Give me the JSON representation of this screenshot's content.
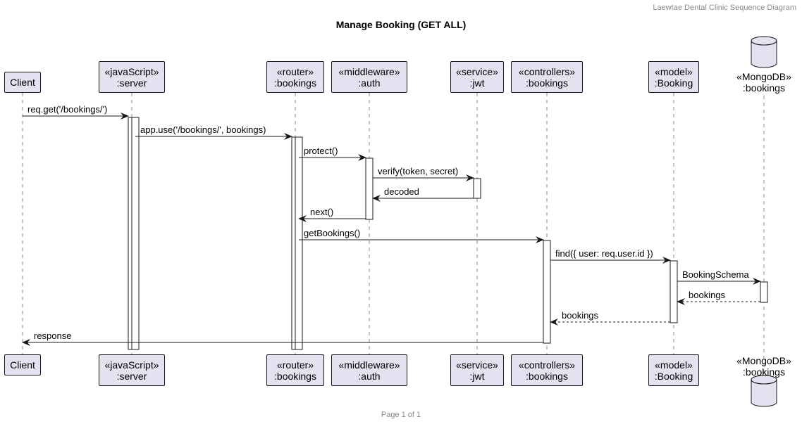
{
  "header": {
    "right_text": "Laewtae Dental Clinic Sequence Diagram"
  },
  "title": "Manage Booking (GET ALL)",
  "footer": "Page 1 of 1",
  "participants": [
    {
      "id": "client",
      "type": "participant",
      "stereotype": "",
      "name": "Client"
    },
    {
      "id": "server",
      "type": "participant",
      "stereotype": "«javaScript»",
      "name": ":server"
    },
    {
      "id": "router",
      "type": "participant",
      "stereotype": "«router»",
      "name": ":bookings"
    },
    {
      "id": "auth",
      "type": "participant",
      "stereotype": "«middleware»",
      "name": ":auth"
    },
    {
      "id": "jwt",
      "type": "participant",
      "stereotype": "«service»",
      "name": ":jwt"
    },
    {
      "id": "controller",
      "type": "participant",
      "stereotype": "«controllers»",
      "name": ":bookings"
    },
    {
      "id": "model",
      "type": "participant",
      "stereotype": "«model»",
      "name": ":Booking"
    },
    {
      "id": "db",
      "type": "database",
      "stereotype": "«MongoDB»",
      "name": ":bookings"
    }
  ],
  "messages": [
    {
      "from": "client",
      "to": "server",
      "label": "req.get('/bookings/')",
      "style": "solid"
    },
    {
      "from": "server",
      "to": "router",
      "label": "app.use('/bookings/', bookings)",
      "style": "solid"
    },
    {
      "from": "router",
      "to": "auth",
      "label": "protect()",
      "style": "solid"
    },
    {
      "from": "auth",
      "to": "jwt",
      "label": "verify(token, secret)",
      "style": "solid"
    },
    {
      "from": "jwt",
      "to": "auth",
      "label": "decoded",
      "style": "solid"
    },
    {
      "from": "auth",
      "to": "router",
      "label": "next()",
      "style": "solid"
    },
    {
      "from": "router",
      "to": "controller",
      "label": "getBookings()",
      "style": "solid"
    },
    {
      "from": "controller",
      "to": "model",
      "label": "find({ user: req.user.id })",
      "style": "solid"
    },
    {
      "from": "model",
      "to": "db",
      "label": "BookingSchema",
      "style": "solid"
    },
    {
      "from": "db",
      "to": "model",
      "label": "bookings",
      "style": "dashed"
    },
    {
      "from": "model",
      "to": "controller",
      "label": "bookings",
      "style": "dashed"
    },
    {
      "from": "controller",
      "to": "client",
      "label": "response",
      "style": "solid"
    }
  ],
  "colors": {
    "participant_fill": "#e2e2f0",
    "line": "#181818",
    "lifeline": "#888888",
    "activation_fill": "#ffffff"
  }
}
